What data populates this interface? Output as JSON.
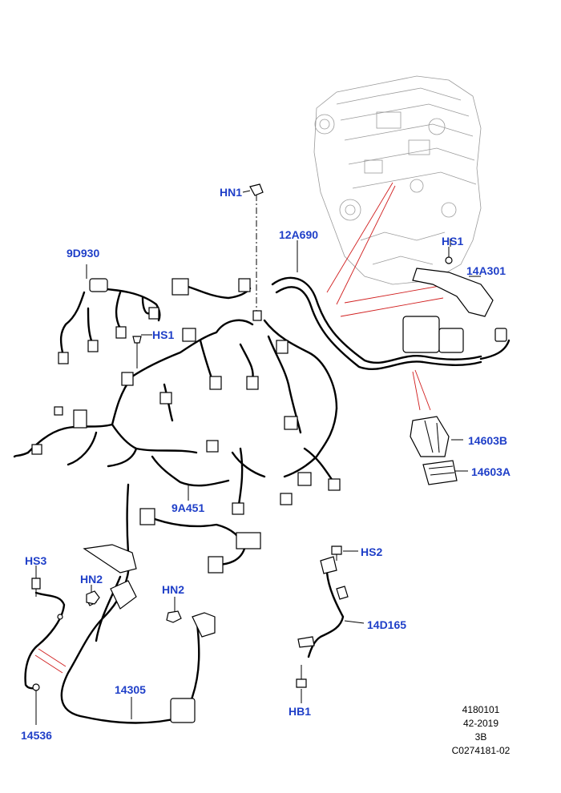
{
  "callouts": {
    "hn1": "HN1",
    "p12a690": "12A690",
    "hs1_right": "HS1",
    "p14a301": "14A301",
    "p9d930": "9D930",
    "hs1_left": "HS1",
    "p14603b": "14603B",
    "p14603a": "14603A",
    "p9a451": "9A451",
    "hs3": "HS3",
    "hn2_left": "HN2",
    "hn2_mid": "HN2",
    "hs2": "HS2",
    "p14d165": "14D165",
    "p14305": "14305",
    "p14536": "14536",
    "hb1": "HB1"
  },
  "footer": {
    "line1": "4180101",
    "line2": "42-2019",
    "line3": "3B",
    "line4": "C0274181-02"
  },
  "colors": {
    "callout": "#1f3fc8",
    "leader": "#000000",
    "highlight": "#d11f1f",
    "engine": "#9a9a9a"
  }
}
